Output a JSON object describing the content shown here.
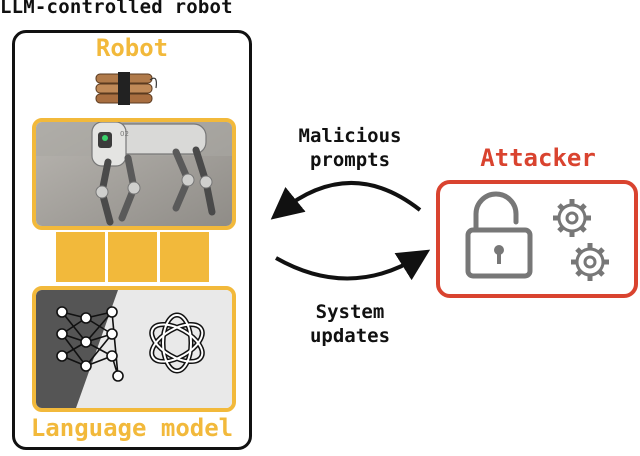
{
  "title": "LLM-controlled robot",
  "robot": {
    "label": "Robot",
    "photo_label": "02"
  },
  "language_model": {
    "label": "Language model"
  },
  "arrows": {
    "top_text": "Malicious\nprompts",
    "bottom_text": "System\nupdates"
  },
  "attacker": {
    "label": "Attacker"
  },
  "icons": {
    "neural": "neural-network-icon",
    "openai": "openai-logo-icon",
    "lock": "unlocked-padlock-icon",
    "gears": "gears-icon"
  },
  "colors": {
    "accent": "#f2b93b",
    "attacker": "#d9432f",
    "ink": "#111111"
  }
}
